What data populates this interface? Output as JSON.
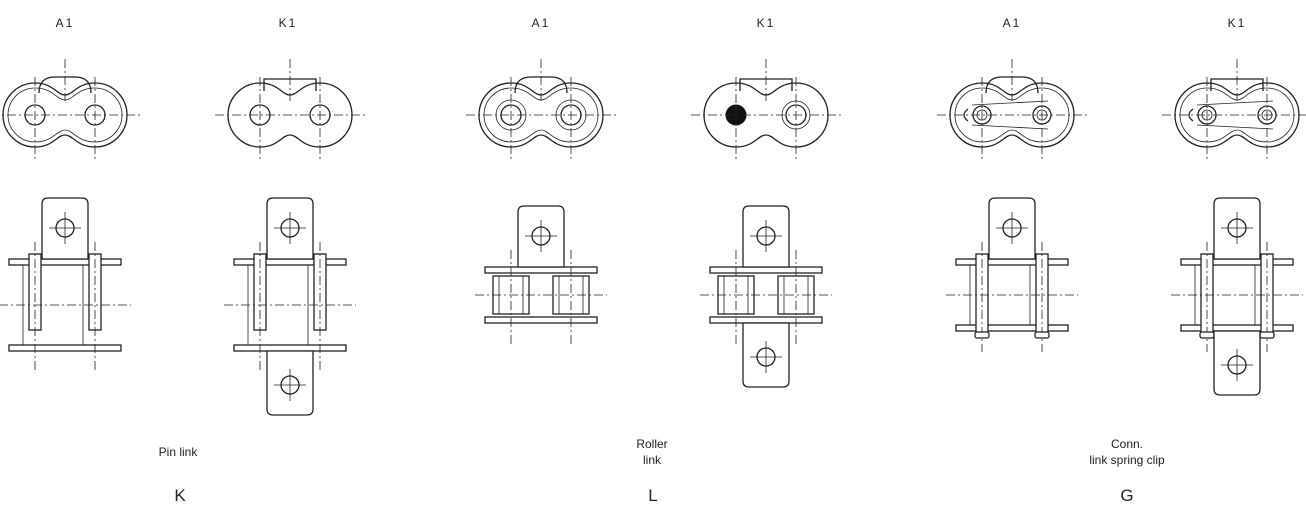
{
  "groups": [
    {
      "caption": "Pin link",
      "letter": "K",
      "views": [
        {
          "label": "A1",
          "style": "A1",
          "bottom": "pin-plain"
        },
        {
          "label": "K1",
          "style": "K1",
          "bottom": "pin-tabs"
        }
      ]
    },
    {
      "caption": "Roller\nlink",
      "letter": "L",
      "views": [
        {
          "label": "A1",
          "style": "A1",
          "bottom": "roller-plain"
        },
        {
          "label": "K1",
          "style": "K1-filled",
          "bottom": "roller-tabs"
        }
      ]
    },
    {
      "caption": "Conn.\nlink spring clip",
      "letter": "G",
      "views": [
        {
          "label": "A1",
          "style": "A1-clip",
          "bottom": "clip-plain"
        },
        {
          "label": "K1",
          "style": "K1-clip",
          "bottom": "clip-tabs"
        }
      ]
    }
  ]
}
